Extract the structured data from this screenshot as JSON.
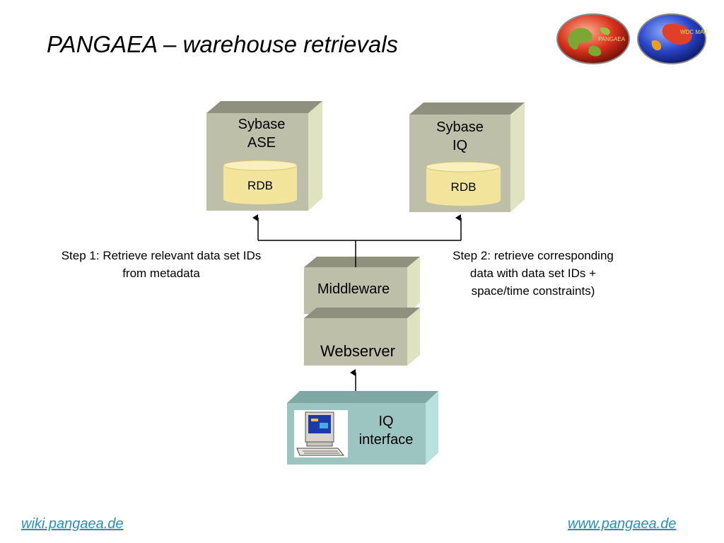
{
  "slide": {
    "title": "PANGAEA – warehouse retrievals"
  },
  "logos": [
    {
      "name": "PANGAEA logo",
      "text": "PANGAEA",
      "icon": "pangaea-globe-logo"
    },
    {
      "name": "WDC-MARE logo",
      "text": "WDC MARE",
      "icon": "wdc-mare-globe-logo"
    }
  ],
  "nodes": {
    "sybase_ase": {
      "line1": "Sybase",
      "line2": "ASE",
      "db": "RDB"
    },
    "sybase_iq": {
      "line1": "Sybase",
      "line2": "IQ",
      "db": "RDB"
    },
    "middleware": {
      "label": "Middleware"
    },
    "webserver": {
      "label": "Webserver"
    },
    "iq_interface": {
      "line1": "IQ",
      "line2": "interface",
      "icon": "computer-icon"
    }
  },
  "steps": {
    "step1": {
      "line1": "Step 1: Retrieve relevant data set IDs",
      "line2": "from metadata"
    },
    "step2": {
      "line1": "Step 2: retrieve corresponding",
      "line2": "data with data set IDs +",
      "line3": "space/time constraints)"
    }
  },
  "footer": {
    "left_link": "wiki.pangaea.de",
    "right_link": "www.pangaea.de"
  },
  "colors": {
    "box_front": "#bdbfa8",
    "box_top": "#8f917e",
    "box_side": "#dfe3c2",
    "db_fill": "#f2e49a",
    "interface_front": "#9cc4c1",
    "interface_side": "#b9e2de",
    "link": "#2a8fb8"
  }
}
